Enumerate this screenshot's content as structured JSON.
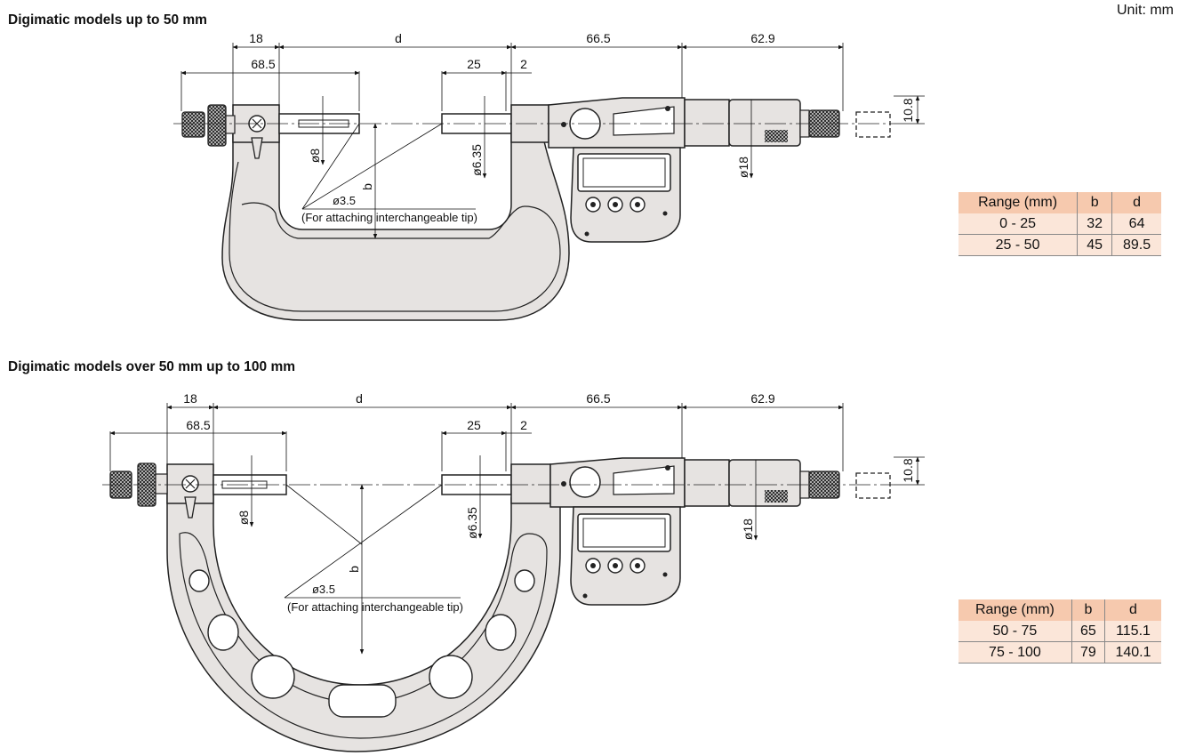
{
  "unit_label": "Unit: mm",
  "sections": [
    {
      "title": "Digimatic models up to 50 mm",
      "dims": {
        "d18": "18",
        "dd": "d",
        "d665": "66.5",
        "d629": "62.9",
        "d685": "68.5",
        "d25": "25",
        "d2": "2",
        "d108": "10.8",
        "dia8": "ø8",
        "dia635": "ø6.35",
        "dia18": "ø18",
        "b": "b",
        "dia35": "ø3.5",
        "tip_note": "(For attaching interchangeable tip)"
      },
      "table": {
        "headers": [
          "Range (mm)",
          "b",
          "d"
        ],
        "rows": [
          [
            "0 - 25",
            "32",
            "64"
          ],
          [
            "25 - 50",
            "45",
            "89.5"
          ]
        ]
      }
    },
    {
      "title": "Digimatic models over 50 mm up to 100 mm",
      "dims": {
        "d18": "18",
        "dd": "d",
        "d665": "66.5",
        "d629": "62.9",
        "d685": "68.5",
        "d25": "25",
        "d2": "2",
        "d108": "10.8",
        "dia8": "ø8",
        "dia635": "ø6.35",
        "dia18": "ø18",
        "b": "b",
        "dia35": "ø3.5",
        "tip_note": "(For attaching interchangeable tip)"
      },
      "table": {
        "headers": [
          "Range (mm)",
          "b",
          "d"
        ],
        "rows": [
          [
            "50 - 75",
            "65",
            "115.1"
          ],
          [
            "75 - 100",
            "79",
            "140.1"
          ]
        ]
      }
    }
  ],
  "colors": {
    "frame_fill": "#e6e3e1",
    "outline": "#222222",
    "table_header": "#f6c9ae",
    "table_row": "#fbe6d9"
  }
}
